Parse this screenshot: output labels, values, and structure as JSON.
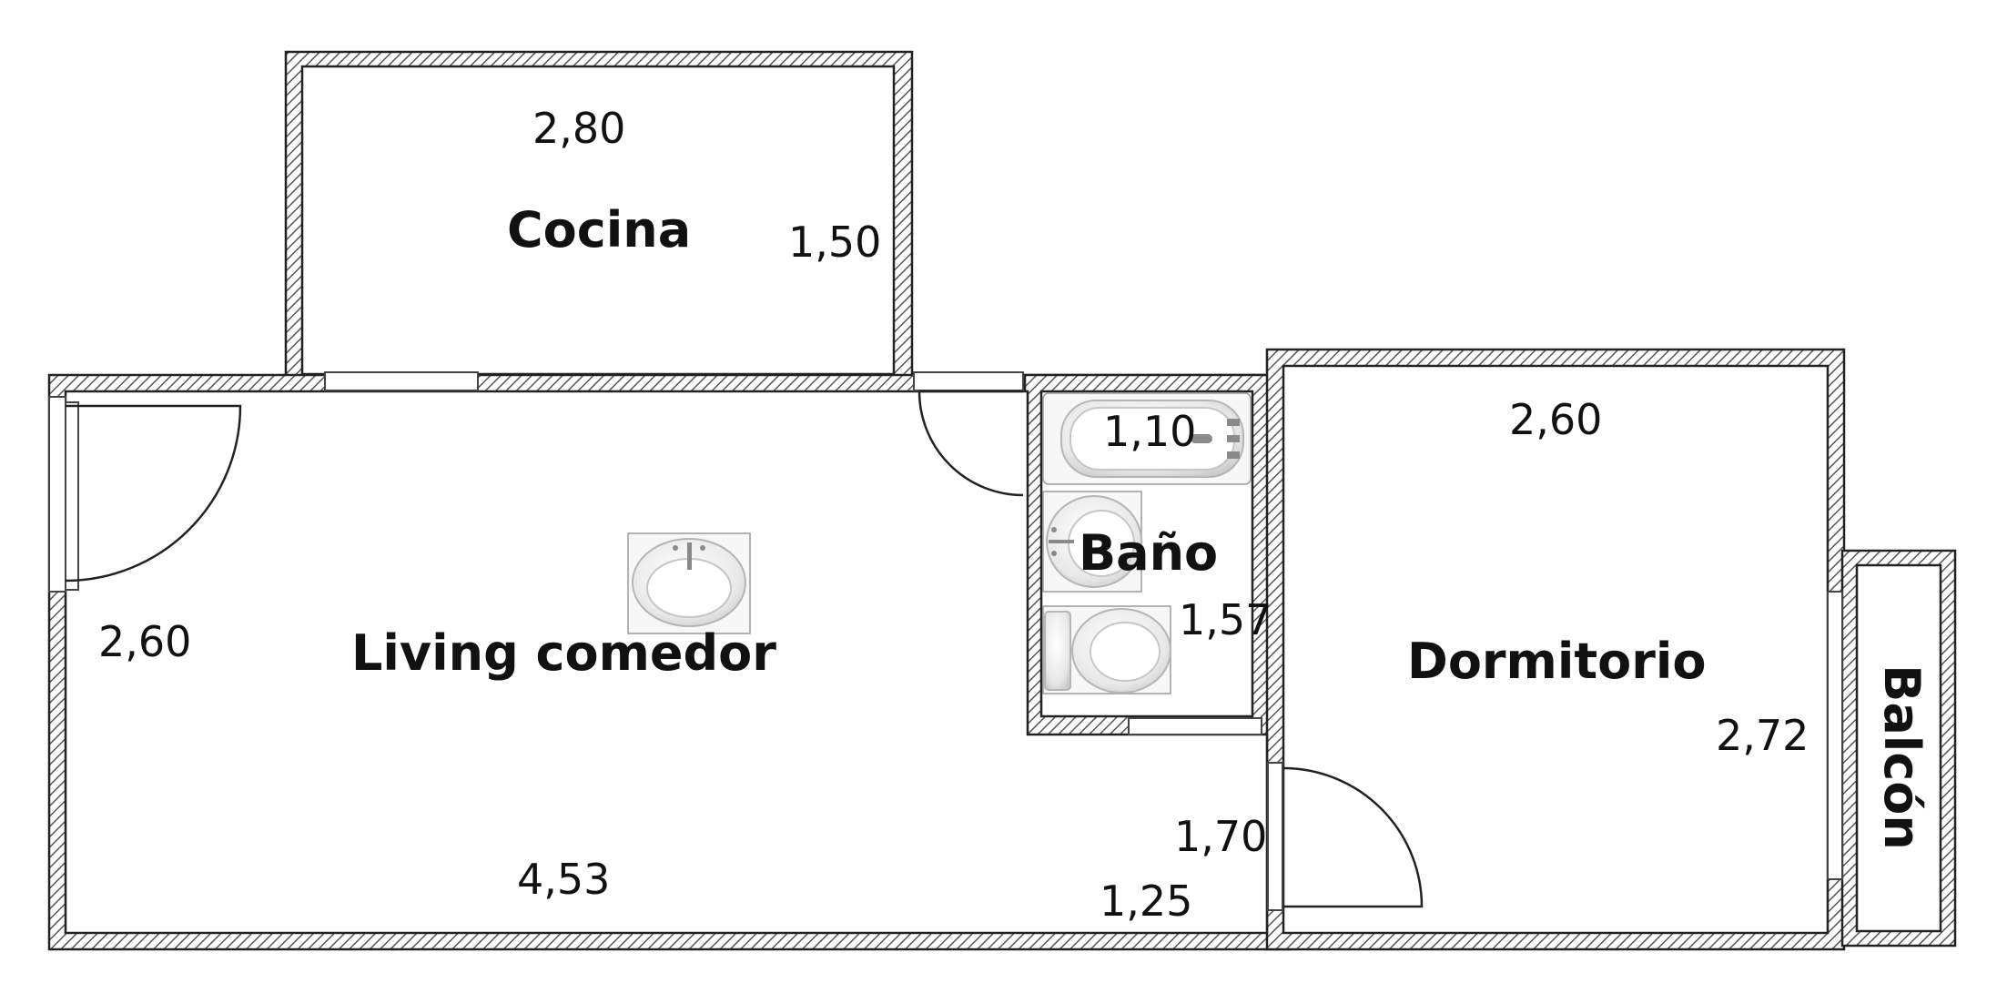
{
  "rooms": {
    "cocina": "Cocina",
    "living": "Living comedor",
    "bano": "Baño",
    "dormitorio": "Dormitorio",
    "balcon": "Balcón"
  },
  "dimensions": {
    "cocina_width": "2,80",
    "cocina_depth": "1,50",
    "living_depth": "2,60",
    "living_width": "4,53",
    "living_corridor_width": "1,25",
    "living_corridor_length": "1,70",
    "bano_width": "1,10",
    "bano_depth": "1,57",
    "dormitorio_width": "2,60",
    "dormitorio_depth": "2,72"
  },
  "fixtures": {
    "living": [
      "sink-icon"
    ],
    "bano": [
      "bathtub-icon",
      "washbasin-icon",
      "toilet-icon"
    ]
  },
  "style": {
    "wall_color": "#222222",
    "hatch_color": "#555555",
    "background": "#ffffff"
  }
}
